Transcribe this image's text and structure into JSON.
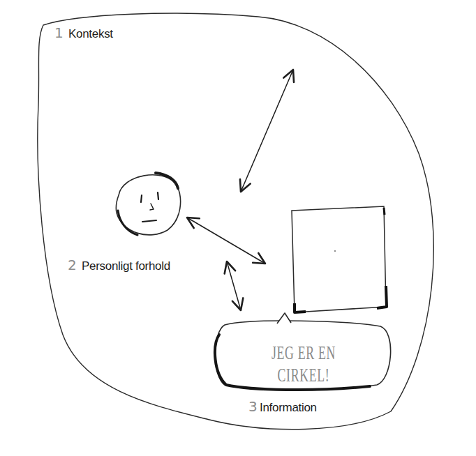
{
  "diagram": {
    "nodes": [
      {
        "text": [
          "1",
          "Kontekst"
        ]
      },
      {
        "text": [
          "2",
          "Personligt forhold"
        ],
        "in": 0
      },
      {
        "text": [
          "JEG ER EN CIRKEL!",
          "3",
          "Information"
        ],
        "in": 0
      }
    ],
    "edges": [
      {
        "from": 0,
        "to": 2,
        "arrow": "both"
      },
      {
        "from": 1,
        "to": 2,
        "arrow": "both"
      },
      {
        "from": 1,
        "to": 2,
        "arrow": "both"
      }
    ]
  }
}
